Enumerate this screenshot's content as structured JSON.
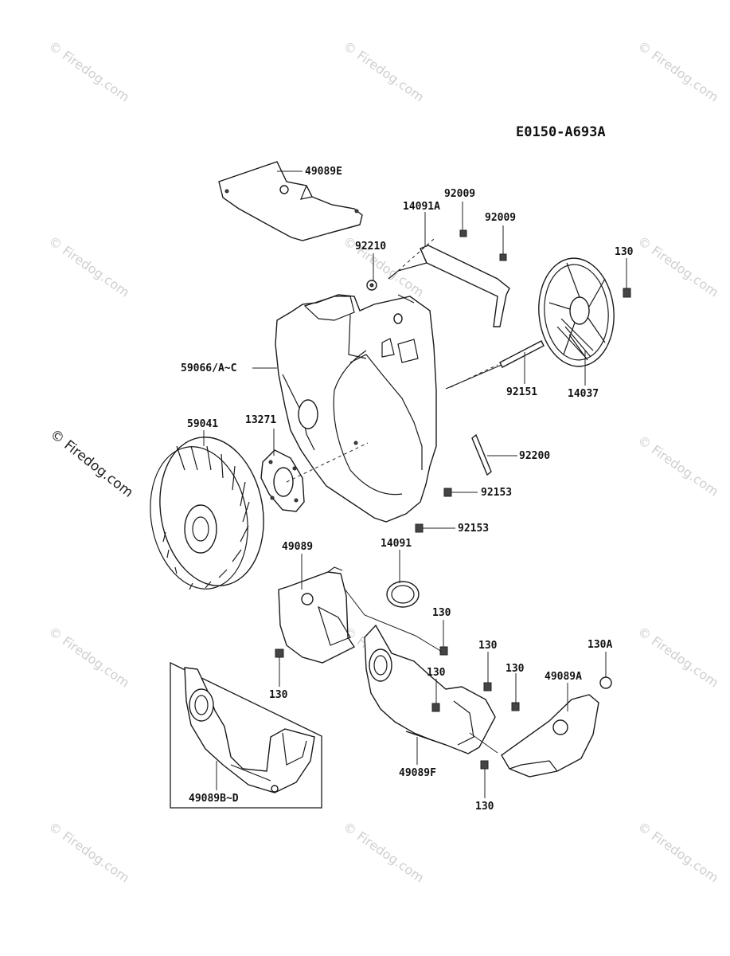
{
  "diagram_code": "E0150-A693A",
  "watermark": "© Firedog.com",
  "parts": {
    "p49089E": "49089E",
    "p92009a": "92009",
    "p14091A": "14091A",
    "p92009b": "92009",
    "p92210": "92210",
    "p130top": "130",
    "p59066": "59066/A~C",
    "p92151": "92151",
    "p14037": "14037",
    "p59041": "59041",
    "p13271": "13271",
    "p92200": "92200",
    "p92153a": "92153",
    "p92153b": "92153",
    "p49089": "49089",
    "p14091": "14091",
    "p130a": "130",
    "p130b": "130",
    "p130c": "130",
    "p130d": "130",
    "p130A": "130A",
    "p49089A": "49089A",
    "p130e": "130",
    "p49089F": "49089F",
    "p130f": "130",
    "p49089BD": "49089B~D"
  }
}
